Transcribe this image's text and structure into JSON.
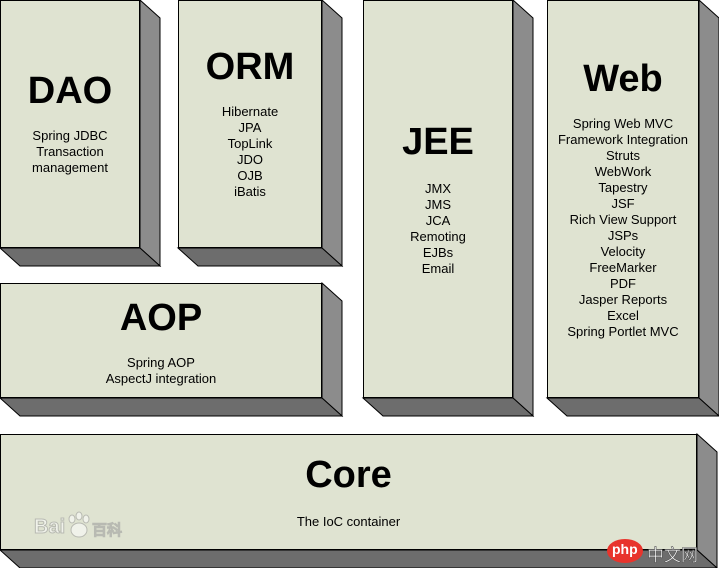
{
  "modules": [
    {
      "id": "dao",
      "title": "DAO",
      "items": [
        "Spring JDBC",
        "Transaction",
        "management"
      ]
    },
    {
      "id": "orm",
      "title": "ORM",
      "items": [
        "Hibernate",
        "JPA",
        "TopLink",
        "JDO",
        "OJB",
        "iBatis"
      ]
    },
    {
      "id": "jee",
      "title": "JEE",
      "items": [
        "JMX",
        "JMS",
        "JCA",
        "Remoting",
        "EJBs",
        "Email"
      ]
    },
    {
      "id": "web",
      "title": "Web",
      "items": [
        "Spring Web MVC",
        "Framework Integration",
        "Struts",
        "WebWork",
        "Tapestry",
        "JSF",
        "Rich View Support",
        "JSPs",
        "Velocity",
        "FreeMarker",
        "PDF",
        "Jasper Reports",
        "Excel",
        "Spring Portlet MVC"
      ]
    },
    {
      "id": "aop",
      "title": "AOP",
      "items": [
        "Spring AOP",
        "AspectJ integration"
      ]
    },
    {
      "id": "core",
      "title": "Core",
      "items": [
        "The IoC container"
      ]
    }
  ],
  "watermarks": {
    "baidu": {
      "latin": "Bai",
      "cjk": "百科"
    },
    "php": {
      "latin": "php",
      "cjk": "中文网"
    }
  },
  "colors": {
    "block_front": "#dfe3d1",
    "block_side": "#8c8c8c",
    "block_bottom": "#6d6d6d",
    "outline": "#000000",
    "php_logo": "#e8342c"
  }
}
